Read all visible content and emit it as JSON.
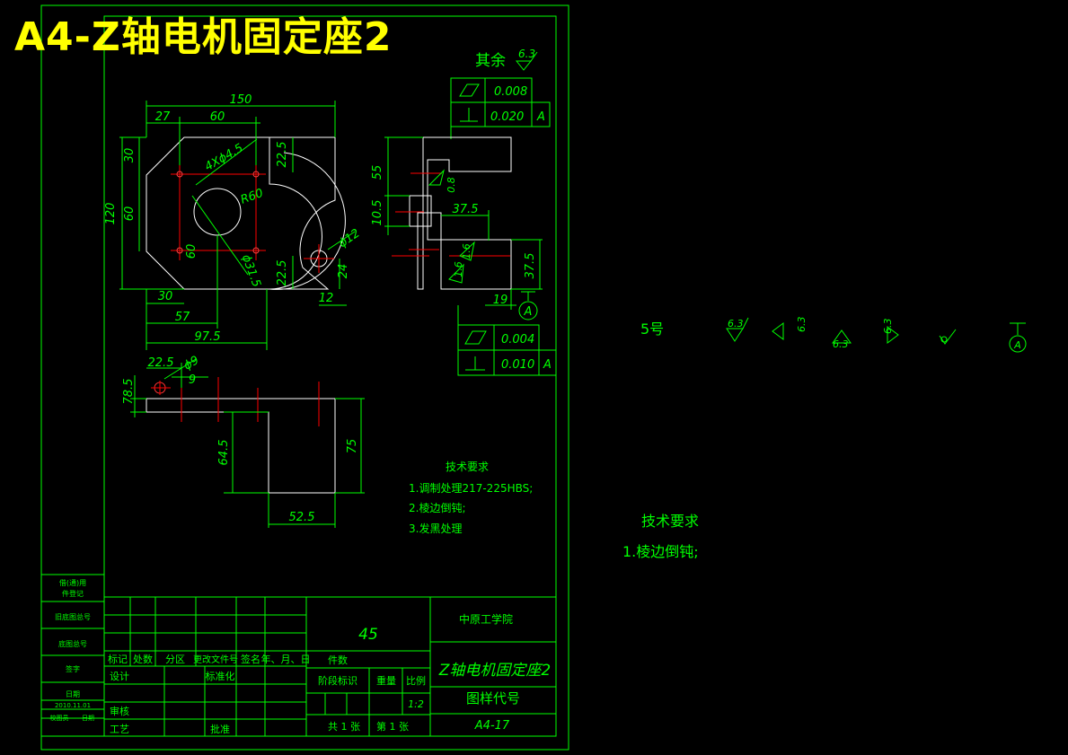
{
  "title": "A4-Z轴电机固定座2",
  "colors": {
    "background": "#000000",
    "frame": "#00ff00",
    "outline": "#ffffff",
    "center": "#ff0000",
    "title": "#ffff00",
    "hole": "#ff3030"
  },
  "roughness": {
    "qi_yu_label": "其余",
    "qi_yu_value": "6.3"
  },
  "front_view": {
    "dims": {
      "total_width": "150",
      "left_27": "27",
      "hole_spacing_60": "60",
      "holes_note": "4Xϕ4.5",
      "radius": "R60",
      "hole_12": "ϕ12",
      "bolt_circle": "ϕ31.5",
      "top_right_22_5": "22.5",
      "bottom_right_22_5": "22.5",
      "height_120": "120",
      "upper_30": "30",
      "mid_60": "60",
      "inner_60": "60",
      "dim_24": "24",
      "dim_12": "12",
      "bottom_30": "30",
      "bottom_57": "57",
      "bottom_97_5": "97.5"
    }
  },
  "side_view": {
    "dims": {
      "dim_55": "55",
      "dim_10_5": "10.5",
      "dim_37_5_top": "37.5",
      "dim_37_5_right": "37.5",
      "dim_19": "19",
      "rough_0_8": "0.8",
      "rough_1_6_a": "1.6",
      "rough_1_6_b": "1.6"
    },
    "datum": "A"
  },
  "tolerance_top": [
    {
      "symbol": "flatness-icon",
      "value": "0.008",
      "datum": ""
    },
    {
      "symbol": "perpendicularity-icon",
      "value": "0.020",
      "datum": "A"
    }
  ],
  "tolerance_bottom": [
    {
      "symbol": "flatness-icon",
      "value": "0.004",
      "datum": ""
    },
    {
      "symbol": "perpendicularity-icon",
      "value": "0.010",
      "datum": "A"
    }
  ],
  "bottom_view": {
    "dims": {
      "dim_22_5": "22.5",
      "dim_9": "ϕ9",
      "dim_9b": "9",
      "dim_78_5": "78.5",
      "dim_64_5": "64.5",
      "dim_75": "75",
      "dim_52_5": "52.5"
    }
  },
  "tech_requirements": {
    "heading": "技术要求",
    "items": [
      "1.调制处理217-225HBS;",
      "2.棱边倒钝;",
      "3.发黑处理"
    ]
  },
  "legend": {
    "font_label": "5号",
    "rough_values": [
      "6.3",
      "6.3",
      "6.3",
      "6.3"
    ],
    "datum": "A"
  },
  "tech_requirements_right": {
    "heading": "技术要求",
    "item": "1.棱边倒钝;"
  },
  "side_table": [
    "借(通)用",
    "件登记",
    "旧底图总号",
    "底图总号",
    "签字",
    "日期",
    "2010.11.01",
    "校图员",
    "日期"
  ],
  "title_block": {
    "material": "45",
    "school": "中原工学院",
    "part_name": "Z轴电机固定座2",
    "drawing_code": "图样代号",
    "drawing_no": "A4-17",
    "scale_label": "比例",
    "scale": "1:2",
    "weight_label": "重量",
    "stage_label": "阶段标识",
    "count_label": "件数",
    "sheets": "共 1 张",
    "sheet_no": "第 1 张",
    "headers": [
      "标记",
      "处数",
      "分区",
      "更改文件号",
      "签名",
      "年、月、日"
    ],
    "design": "设计",
    "standard": "标准化",
    "review": "审核",
    "craft": "工艺",
    "approve": "批准"
  }
}
